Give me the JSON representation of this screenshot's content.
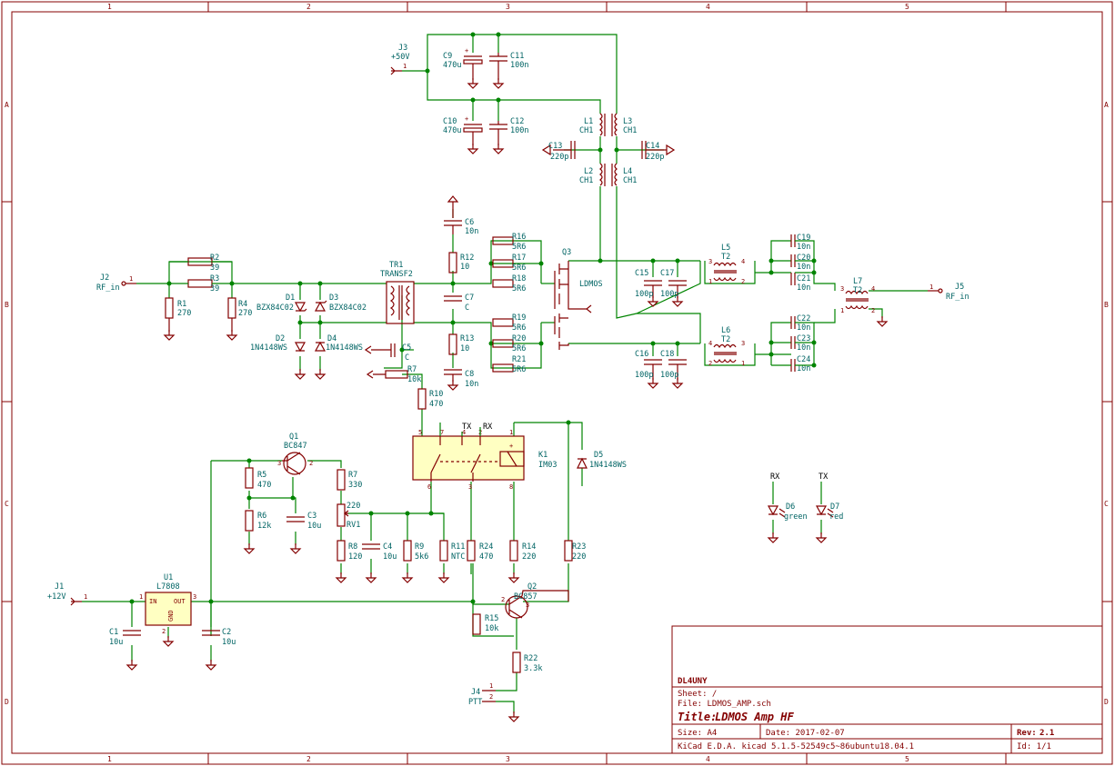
{
  "colors": {
    "frame": "#840000",
    "wire": "#008400",
    "label": "#006464",
    "relay_fill": "#ffffc2"
  },
  "border": {
    "columns": [
      "1",
      "2",
      "3",
      "4",
      "5"
    ],
    "rows": [
      "A",
      "B",
      "C",
      "D"
    ]
  },
  "title_block": {
    "company": "DL4UNY",
    "sheet_label": "Sheet: /",
    "file_label": "File: LDMOS_AMP.sch",
    "title_label": "Title:",
    "title": "LDMOS Amp HF",
    "size_label": "Size: A4",
    "date_label": "Date: 2017-02-07",
    "rev_label": "Rev:",
    "rev": "2.1",
    "tool": "KiCad E.D.A.  kicad 5.1.5-52549c5~86ubuntu18.04.1",
    "id_label": "Id: 1/1"
  },
  "components": {
    "J3": {
      "ref": "J3",
      "val": "+50V",
      "pin": "1"
    },
    "C9": {
      "ref": "C9",
      "val": "470u"
    },
    "C11": {
      "ref": "C11",
      "val": "100n"
    },
    "C10": {
      "ref": "C10",
      "val": "470u"
    },
    "C12": {
      "ref": "C12",
      "val": "100n"
    },
    "L1": {
      "ref": "L1",
      "val": "CH1"
    },
    "L3": {
      "ref": "L3",
      "val": "CH1"
    },
    "L2": {
      "ref": "L2",
      "val": "CH1"
    },
    "L4": {
      "ref": "L4",
      "val": "CH1"
    },
    "C13": {
      "ref": "C13",
      "val": "220p"
    },
    "C14": {
      "ref": "C14",
      "val": "220p"
    },
    "J2": {
      "ref": "J2",
      "val": "RF_in",
      "pin": "1"
    },
    "R2": {
      "ref": "R2",
      "val": "39"
    },
    "R3": {
      "ref": "R3",
      "val": "39"
    },
    "R1": {
      "ref": "R1",
      "val": "270"
    },
    "R4": {
      "ref": "R4",
      "val": "270"
    },
    "D1": {
      "ref": "D1",
      "val": "BZX84C02"
    },
    "D3": {
      "ref": "D3",
      "val": "BZX84C02"
    },
    "D2": {
      "ref": "D2",
      "val": "1N4148WS"
    },
    "D4": {
      "ref": "D4",
      "val": "1N4148WS"
    },
    "TR1": {
      "ref": "TR1",
      "val": "TRANSF2"
    },
    "C5": {
      "ref": "C5",
      "val": "C"
    },
    "R7b": {
      "ref": "R7",
      "val": "10k"
    },
    "C6": {
      "ref": "C6",
      "val": "10n"
    },
    "R12": {
      "ref": "R12",
      "val": "10"
    },
    "C7": {
      "ref": "C7",
      "val": "C"
    },
    "R13": {
      "ref": "R13",
      "val": "10"
    },
    "C8": {
      "ref": "C8",
      "val": "10n"
    },
    "R16": {
      "ref": "R16",
      "val": "5R6"
    },
    "R17": {
      "ref": "R17",
      "val": "5R6"
    },
    "R18": {
      "ref": "R18",
      "val": "5R6"
    },
    "R19": {
      "ref": "R19",
      "val": "5R6"
    },
    "R20": {
      "ref": "R20",
      "val": "5R6"
    },
    "R21": {
      "ref": "R21",
      "val": "5R6"
    },
    "Q3": {
      "ref": "Q3",
      "val": "LDMOS"
    },
    "C15": {
      "ref": "C15",
      "val": "100p"
    },
    "C17": {
      "ref": "C17",
      "val": "100p"
    },
    "C16": {
      "ref": "C16",
      "val": "100p"
    },
    "C18": {
      "ref": "C18",
      "val": "100p"
    },
    "L5": {
      "ref": "L5",
      "val": "T2"
    },
    "L6": {
      "ref": "L6",
      "val": "T2"
    },
    "C19": {
      "ref": "C19",
      "val": "10n"
    },
    "C20": {
      "ref": "C20",
      "val": "10n"
    },
    "C21": {
      "ref": "C21",
      "val": "10n"
    },
    "C22": {
      "ref": "C22",
      "val": "10n"
    },
    "C23": {
      "ref": "C23",
      "val": "10n"
    },
    "C24": {
      "ref": "C24",
      "val": "10n"
    },
    "L7": {
      "ref": "L7",
      "val": "T2"
    },
    "J5": {
      "ref": "J5",
      "val": "RF_in",
      "pin": "1"
    },
    "R10": {
      "ref": "R10",
      "val": "470"
    },
    "K1": {
      "ref": "K1",
      "val": "IM03"
    },
    "D5": {
      "ref": "D5",
      "val": "1N4148WS"
    },
    "Q1": {
      "ref": "Q1",
      "val": "BC847"
    },
    "R5": {
      "ref": "R5",
      "val": "470"
    },
    "R6": {
      "ref": "R6",
      "val": "12k"
    },
    "C3": {
      "ref": "C3",
      "val": "10u"
    },
    "R7": {
      "ref": "R7",
      "val": "330"
    },
    "RV1": {
      "ref": "RV1",
      "val": "220"
    },
    "R8": {
      "ref": "R8",
      "val": "120"
    },
    "C4": {
      "ref": "C4",
      "val": "10u"
    },
    "R9": {
      "ref": "R9",
      "val": "5k6"
    },
    "R11": {
      "ref": "R11",
      "val": "NTC"
    },
    "R24": {
      "ref": "R24",
      "val": "470"
    },
    "R14": {
      "ref": "R14",
      "val": "220"
    },
    "R23": {
      "ref": "R23",
      "val": "220"
    },
    "J1": {
      "ref": "J1",
      "val": "+12V",
      "pin": "1"
    },
    "U1": {
      "ref": "U1",
      "val": "L7808",
      "in": "IN",
      "out": "OUT",
      "gnd": "GND"
    },
    "C1": {
      "ref": "C1",
      "val": "10u"
    },
    "C2": {
      "ref": "C2",
      "val": "10u"
    },
    "Q2": {
      "ref": "Q2",
      "val": "BC857"
    },
    "R15": {
      "ref": "R15",
      "val": "10k"
    },
    "R22": {
      "ref": "R22",
      "val": "3.3k"
    },
    "J4": {
      "ref": "J4",
      "val": "PTT"
    },
    "D6": {
      "ref": "D6",
      "val": "green"
    },
    "D7": {
      "ref": "D7",
      "val": "red"
    }
  },
  "net_labels": {
    "tx": "TX",
    "rx": "RX",
    "rx2": "RX",
    "tx2": "TX"
  }
}
